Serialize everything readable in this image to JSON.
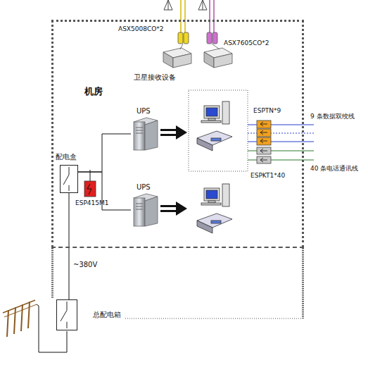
{
  "diagram": {
    "nodes": [
      {
        "text": [
          "机房"
        ]
      },
      {
        "text": [
          "UPS"
        ],
        "in": 0
      },
      {
        "text": [
          "UPS"
        ],
        "in": 0
      },
      {
        "text": [
          "配电盒"
        ],
        "in": 0
      },
      {
        "text": [
          "总配电箱"
        ]
      }
    ],
    "edges": [
      {
        "from": 3,
        "to": 1,
        "arrow": "none"
      },
      {
        "from": 3,
        "to": 2,
        "arrow": "none"
      },
      {
        "from": 4,
        "to": 3,
        "arrow": "none",
        "label": "~380V"
      }
    ],
    "labels": [
      "ASX5008CO*2",
      "ASX7605CO*2",
      "卫星接收设备",
      "ESPTN*9",
      "9 条数据双绞线",
      "40 条电话通讯线",
      "ESPKT1*40",
      "ESP415M1"
    ]
  }
}
